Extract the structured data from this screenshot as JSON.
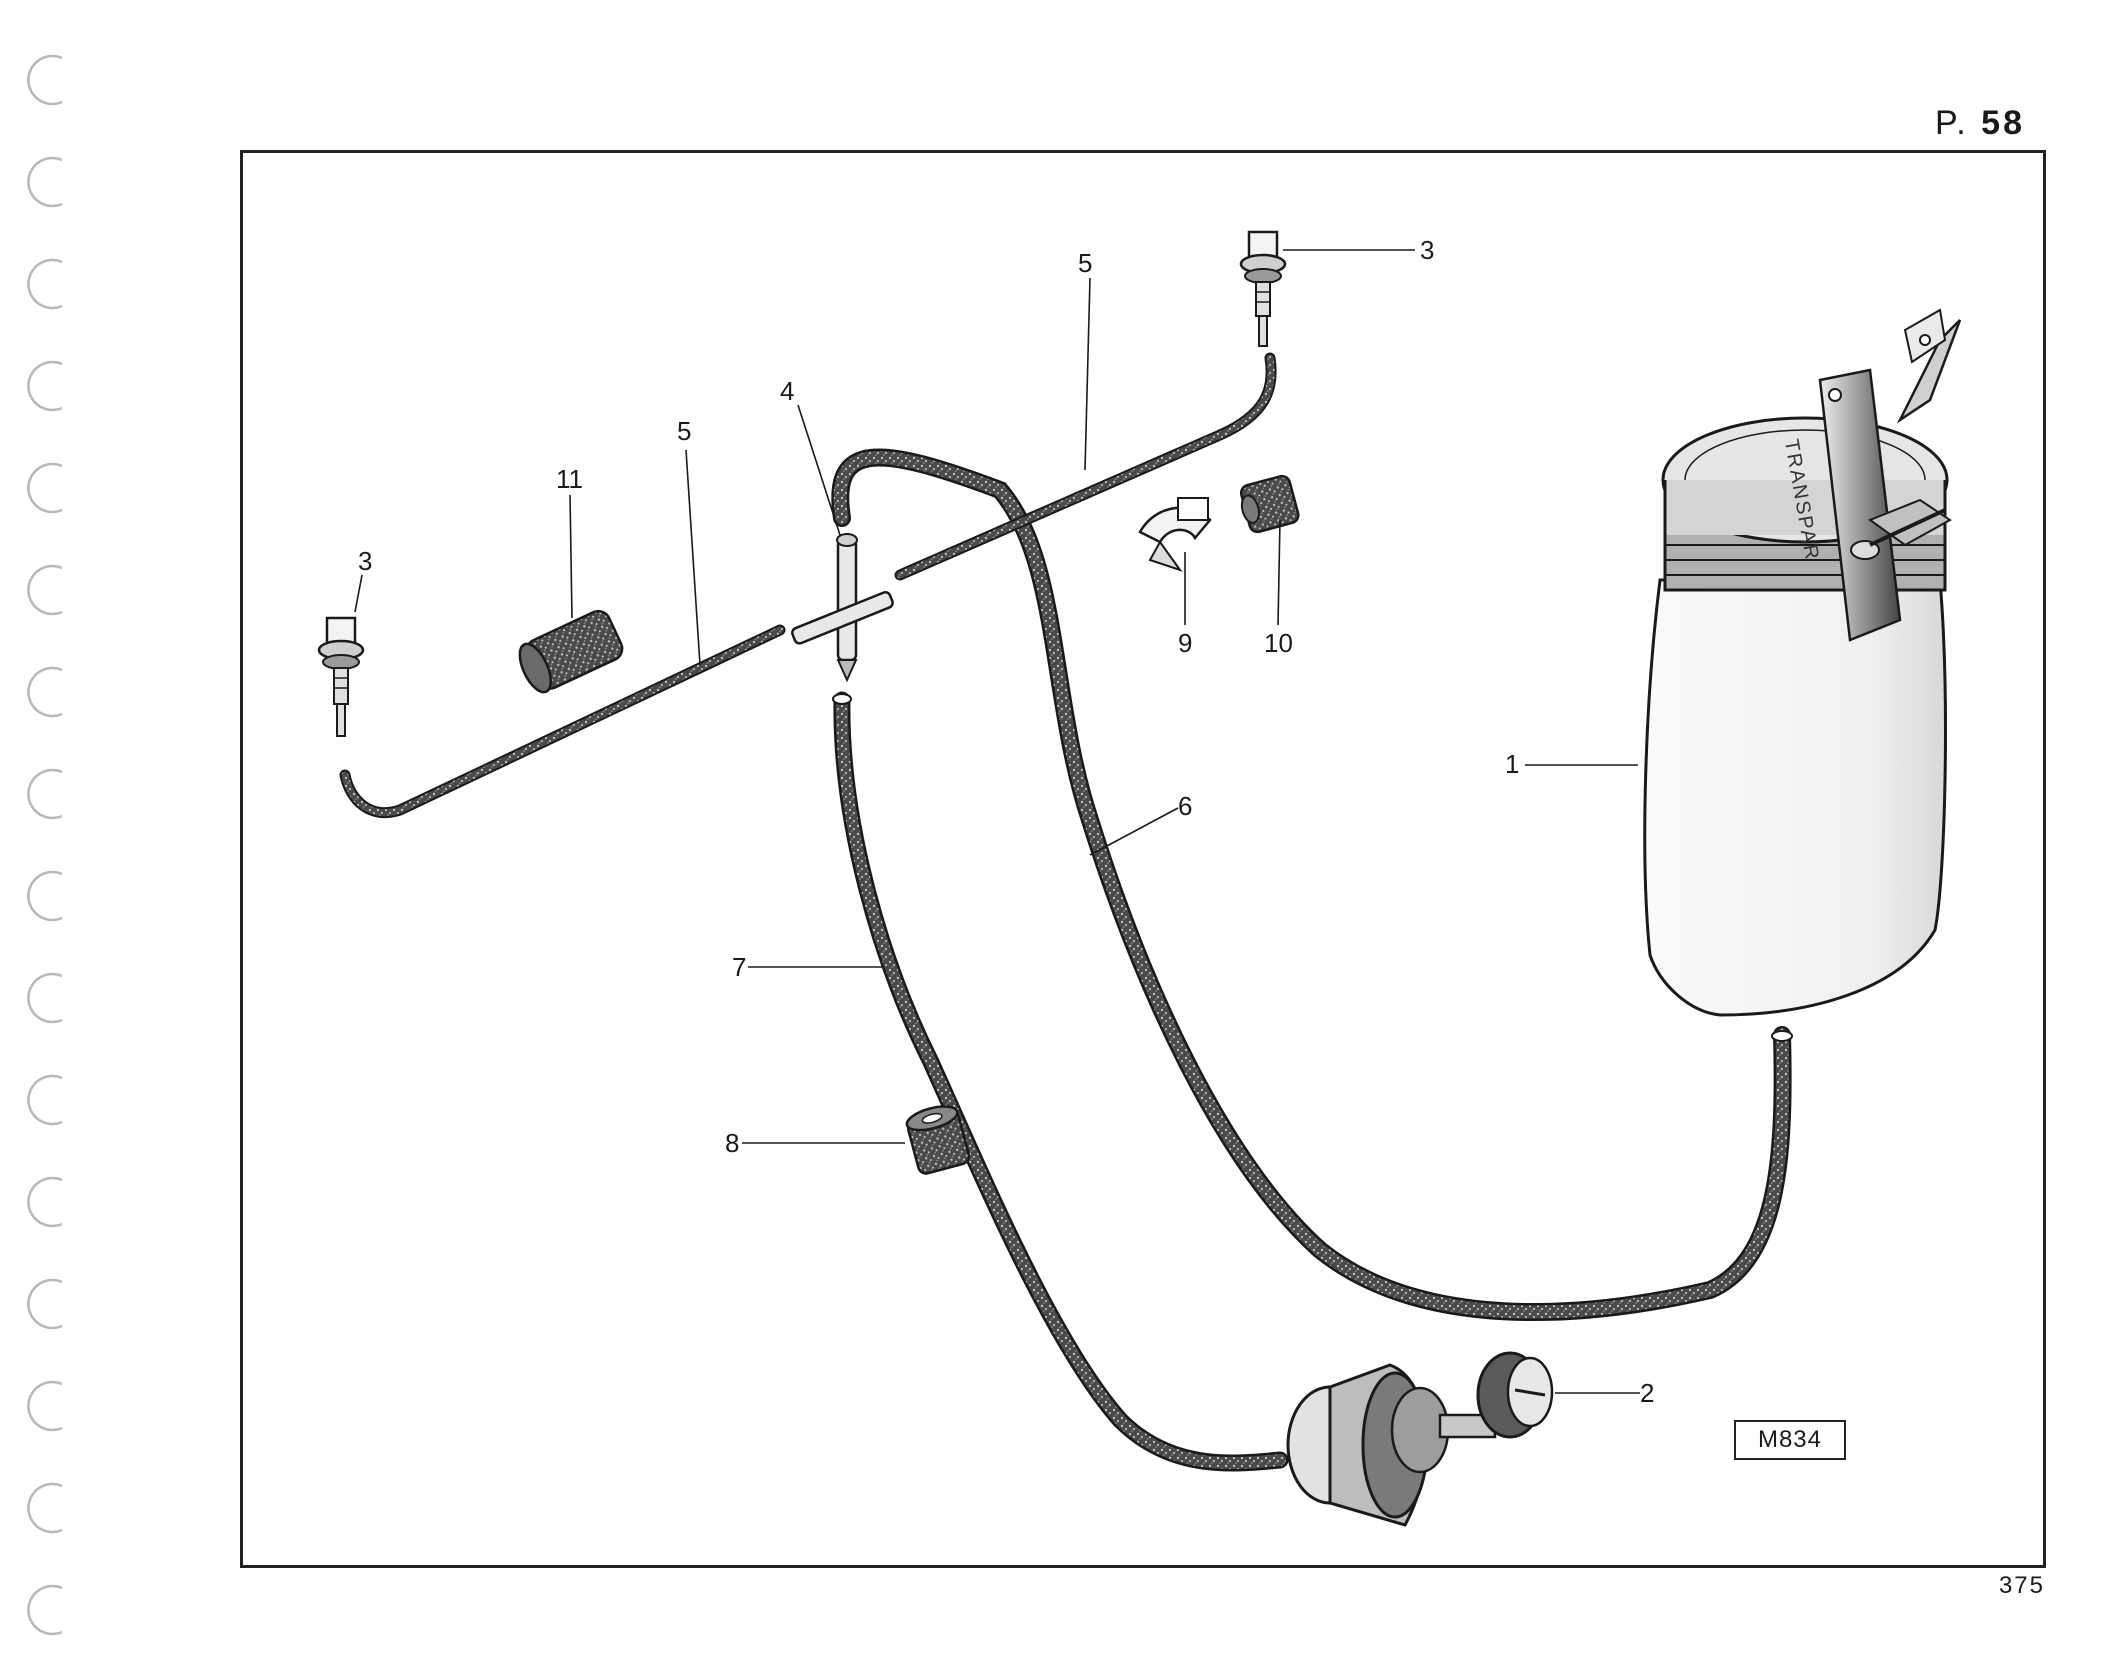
{
  "page": {
    "label_prefix": "P.",
    "label_number": "58",
    "page_number": "375"
  },
  "reference_code": "M834",
  "callouts": [
    {
      "id": "1",
      "text": "1"
    },
    {
      "id": "2",
      "text": "2"
    },
    {
      "id": "3a",
      "text": "3"
    },
    {
      "id": "3b",
      "text": "3"
    },
    {
      "id": "4",
      "text": "4"
    },
    {
      "id": "5a",
      "text": "5"
    },
    {
      "id": "5b",
      "text": "5"
    },
    {
      "id": "6",
      "text": "6"
    },
    {
      "id": "7",
      "text": "7"
    },
    {
      "id": "8",
      "text": "8"
    },
    {
      "id": "9",
      "text": "9"
    },
    {
      "id": "10",
      "text": "10"
    },
    {
      "id": "11",
      "text": "11"
    }
  ],
  "reservoir_lid_text": "TRANSPAR",
  "colors": {
    "ink": "#1a1a1a",
    "tube_fill": "#5a5a5a",
    "paper": "#ffffff"
  }
}
